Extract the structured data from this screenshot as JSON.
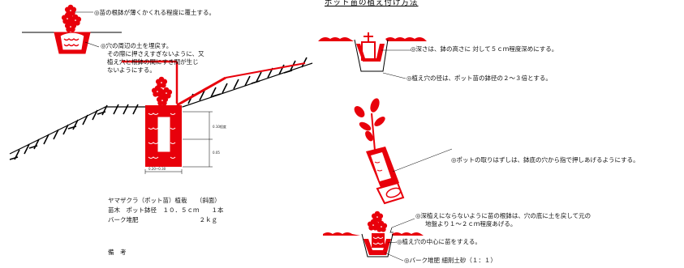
{
  "title": "ポット苗の植え付け方法",
  "left_notes": {
    "cover_soil": "◎苗の根鉢が薄くかくれる程度に覆土する。",
    "backfill_lines": [
      "◎穴の周辺の土を埋戻す。",
      "その際に押さえすぎないように、又",
      "植え穴と根鉢の間にすき間が生じ",
      "ないようにする。"
    ]
  },
  "dimensions": {
    "width_label": "0.20~0.30",
    "depth_label_1": "0.10程度",
    "depth_label_2": "0.05"
  },
  "spec": {
    "title": "ヤマザクラ（ポット苗）植栽　　（斜面）",
    "row1": "苗木　ポット鉢径　１０．５ｃｍ　　１本",
    "row2": "バーク堆肥　　　　　　　　　　２ｋｇ"
  },
  "remarks_label": "備　考",
  "steps": {
    "depth": "◎深さは、鉢の高さに 対して５ｃｍ程度深めにする。",
    "hole_diameter": "◎植え穴の径は、ポット苗の鉢径の２～３倍とする。",
    "remove_pot": "◎ポットの取りはずしは、鉢底の穴から指で押しあげるようにする。",
    "not_deep_lines": [
      "◎深植えにならないように苗の根鉢は、穴の底に土を戻して元の",
      "地盤より１～２ｃｍ程度あげる。"
    ],
    "center": "◎植え穴の中心に苗をすえる。",
    "bark": "◎バーク堆肥 細剤土砂（１：１）"
  },
  "colors": {
    "plant": "#e8000b",
    "line": "#000000"
  }
}
